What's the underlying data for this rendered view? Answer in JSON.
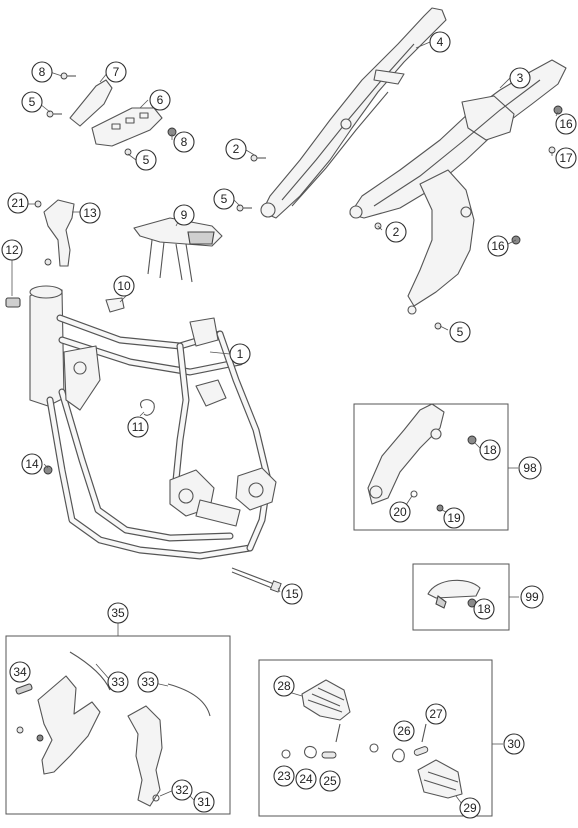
{
  "callouts": [
    {
      "id": "c1",
      "label": "1"
    },
    {
      "id": "c2a",
      "label": "2"
    },
    {
      "id": "c2b",
      "label": "2"
    },
    {
      "id": "c3",
      "label": "3"
    },
    {
      "id": "c4",
      "label": "4"
    },
    {
      "id": "c5a",
      "label": "5"
    },
    {
      "id": "c5b",
      "label": "5"
    },
    {
      "id": "c5c",
      "label": "5"
    },
    {
      "id": "c5d",
      "label": "5"
    },
    {
      "id": "c6",
      "label": "6"
    },
    {
      "id": "c7",
      "label": "7"
    },
    {
      "id": "c8a",
      "label": "8"
    },
    {
      "id": "c8b",
      "label": "8"
    },
    {
      "id": "c9",
      "label": "9"
    },
    {
      "id": "c10",
      "label": "10"
    },
    {
      "id": "c11",
      "label": "11"
    },
    {
      "id": "c12",
      "label": "12"
    },
    {
      "id": "c13",
      "label": "13"
    },
    {
      "id": "c14",
      "label": "14"
    },
    {
      "id": "c15",
      "label": "15"
    },
    {
      "id": "c16a",
      "label": "16"
    },
    {
      "id": "c16b",
      "label": "16"
    },
    {
      "id": "c17",
      "label": "17"
    },
    {
      "id": "c18a",
      "label": "18"
    },
    {
      "id": "c18b",
      "label": "18"
    },
    {
      "id": "c19",
      "label": "19"
    },
    {
      "id": "c20",
      "label": "20"
    },
    {
      "id": "c21",
      "label": "21"
    },
    {
      "id": "c23",
      "label": "23"
    },
    {
      "id": "c24",
      "label": "24"
    },
    {
      "id": "c25",
      "label": "25"
    },
    {
      "id": "c26",
      "label": "26"
    },
    {
      "id": "c27",
      "label": "27"
    },
    {
      "id": "c28",
      "label": "28"
    },
    {
      "id": "c29",
      "label": "29"
    },
    {
      "id": "c30",
      "label": "30"
    },
    {
      "id": "c31",
      "label": "31"
    },
    {
      "id": "c32",
      "label": "32"
    },
    {
      "id": "c33a",
      "label": "33"
    },
    {
      "id": "c33b",
      "label": "33"
    },
    {
      "id": "c34",
      "label": "34"
    },
    {
      "id": "c35",
      "label": "35"
    },
    {
      "id": "c98",
      "label": "98"
    },
    {
      "id": "c99",
      "label": "99"
    }
  ]
}
